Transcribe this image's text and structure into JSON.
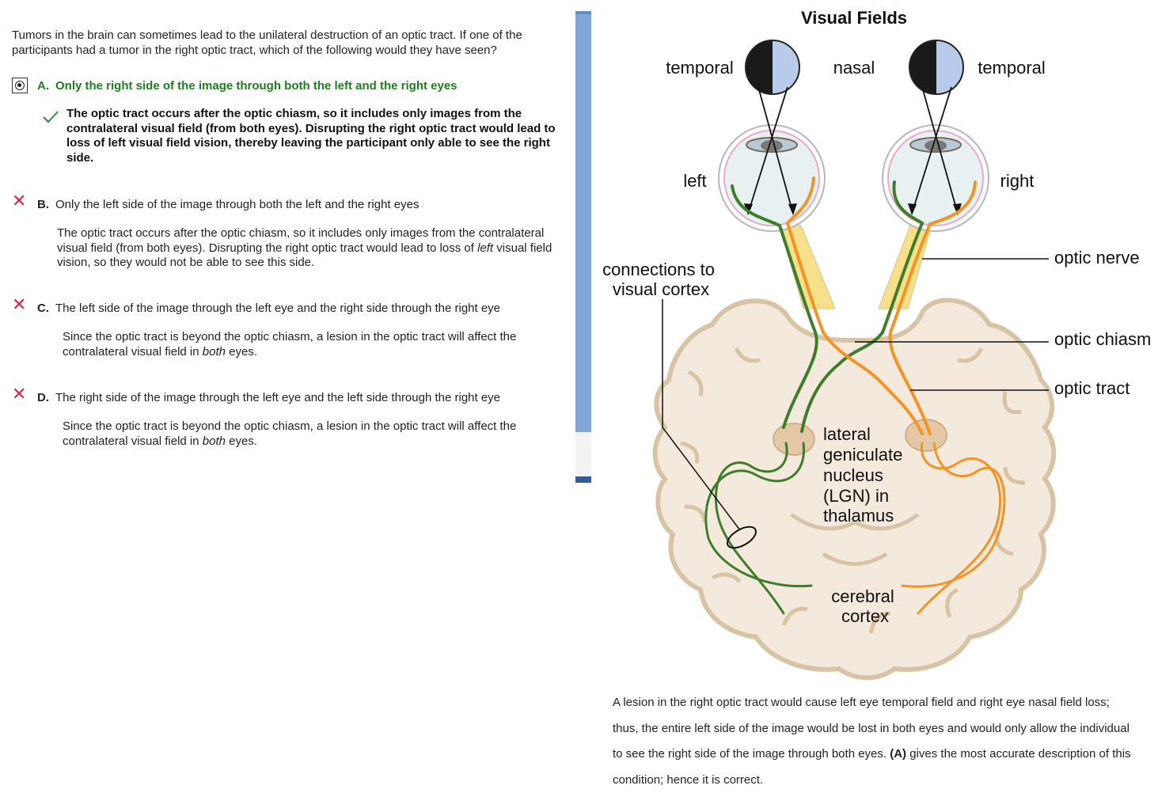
{
  "question": {
    "text": "Tumors in the brain can sometimes lead to the unilateral destruction of an optic tract. If one of the participants had a tumor in the right optic tract, which of the following would they have seen?"
  },
  "choices": [
    {
      "letter": "A.",
      "text": "Only the right side of the image through both the left and the right eyes",
      "selected": true,
      "correct": true,
      "explanation": "The optic tract occurs after the optic chiasm, so it includes only images from the contralateral visual field (from both eyes). Disrupting the right optic tract would lead to loss of left visual field vision, thereby leaving the participant only able to see the right side."
    },
    {
      "letter": "B.",
      "text": "Only the left side of the image through both the left and the right eyes",
      "correct": false,
      "explanation_pre": "The optic tract occurs after the optic chiasm, so it includes only images from the contralateral visual field (from both eyes). Disrupting the right optic tract would lead to loss of ",
      "explanation_em": "left",
      "explanation_post": " visual field vision, so they would not be able to see this side."
    },
    {
      "letter": "C.",
      "text": "The left side of the image through the left eye and the right side through the right eye",
      "correct": false,
      "explanation_pre": "Since the optic tract is beyond the optic chiasm, a lesion in the optic tract will affect the contralateral visual field in ",
      "explanation_em": "both",
      "explanation_post": " eyes."
    },
    {
      "letter": "D.",
      "text": "The right side of the image through the left eye and the left side through the right eye",
      "correct": false,
      "explanation_pre": "Since the optic tract is beyond the optic chiasm, a lesion in the optic tract will affect the contralateral visual field in ",
      "explanation_em": "both",
      "explanation_post": " eyes."
    }
  ],
  "diagram": {
    "title": "Visual Fields",
    "labels": {
      "temporal_left": "temporal",
      "nasal": "nasal",
      "temporal_right": "temporal",
      "left": "left",
      "right": "right",
      "connections_1": "connections to",
      "connections_2": "visual cortex",
      "optic_nerve": "optic nerve",
      "optic_chiasm": "optic chiasm",
      "optic_tract": "optic tract",
      "lgn_1": "lateral",
      "lgn_2": "geniculate",
      "lgn_3": "nucleus",
      "lgn_4": "(LGN) in",
      "lgn_5": "thalamus",
      "cortex_1": "cerebral",
      "cortex_2": "cortex"
    },
    "colors": {
      "left_pathway": "#3f7d2a",
      "right_pathway": "#f39325",
      "brain_fill": "#f3e9dc",
      "brain_outline": "#d9c3a5",
      "visual_field_light": "#b8cbea",
      "visual_field_dark": "#1a1a1a"
    }
  },
  "caption": {
    "pre": "A lesion in the right optic tract would cause left eye temporal field and right eye nasal field loss; thus, the entire left side of the image would be lost in both eyes and would only allow the individual to see the right side of the image through both eyes. ",
    "bold": "(A)",
    "post": " gives the most accurate description of this condition; hence it is correct."
  },
  "icons": {
    "selected_radio": "radio-selected-icon",
    "correct": "checkmark-icon",
    "incorrect": "x-mark-icon"
  }
}
